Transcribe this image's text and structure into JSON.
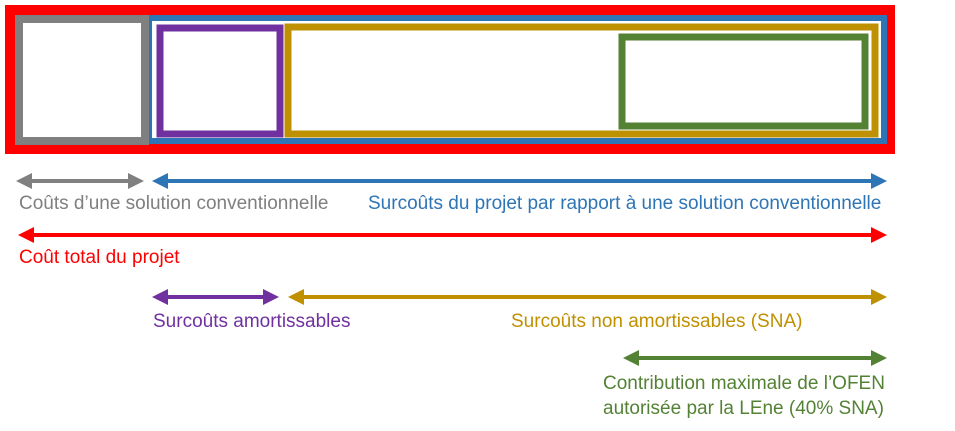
{
  "colors": {
    "red": "#ff0000",
    "blue": "#2e75b6",
    "gray": "#808080",
    "purple": "#7030a0",
    "gold": "#bf9000",
    "green": "#548235"
  },
  "labels": {
    "conventional_cost": "Coûts d’une solution conventionnelle",
    "project_extra_cost": "Surcoûts du projet par rapport à une solution conventionnelle",
    "total_cost": "Coût total du projet",
    "amortizable": "Surcoûts amortissables",
    "non_amortizable": "Surcoûts non amortissables (SNA)",
    "ofen_line1": "Contribution maximale de l’OFEN",
    "ofen_line2": "autorisée par la LEne (40% SNA)"
  }
}
